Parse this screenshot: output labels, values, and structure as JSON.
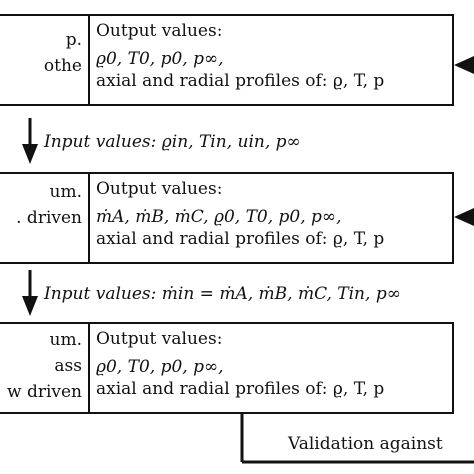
{
  "boxes": [
    {
      "left_lines": [
        "p.",
        "othe",
        ""
      ],
      "title": "Output values:",
      "values": "ϱ0,  T0,  p0,  p∞,",
      "profiles": "axial and radial profiles of:  ϱ,  T,  p"
    },
    {
      "left_lines": [
        "um.",
        ". driven",
        ""
      ],
      "title": "Output values:",
      "values": "ṁA,  ṁB,  ṁC,  ϱ0,  T0,  p0,  p∞,",
      "profiles": "axial and radial profiles of:  ϱ,  T,  p"
    },
    {
      "left_lines": [
        "um.",
        "ass",
        "w driven"
      ],
      "title": "Output values:",
      "values": "ϱ0,  T0,  p0,  p∞,",
      "profiles": "axial and radial profiles of:  ϱ,  T,  p"
    }
  ],
  "inputs": [
    "Input values:  ϱin,  Tin,  uin,  p∞",
    "Input values:  ṁin = ṁA,  ṁB,  ṁC,  Tin,  p∞"
  ],
  "validation": "Validation against"
}
